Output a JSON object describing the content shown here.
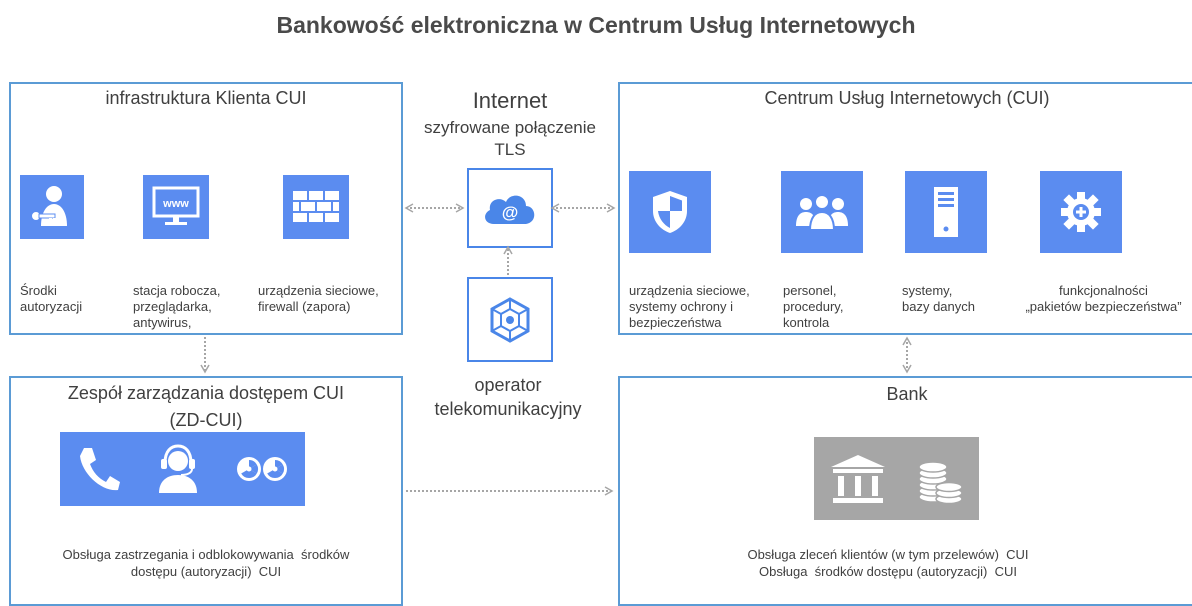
{
  "title": "Bankowość elektroniczna  w Centrum Usług Internetowych",
  "client_box": {
    "title": "infrastruktura Klienta CUI",
    "items": [
      {
        "icon": "user-key-icon",
        "label": "Środki\nautoryzacji"
      },
      {
        "icon": "monitor-www-icon",
        "label": "stacja robocza,\nprzeglądarka,\nantywirus,"
      },
      {
        "icon": "brick-wall-firewall-icon",
        "label": "urządzenia sieciowe,\nfirewall (zapora)"
      }
    ]
  },
  "internet": {
    "title": "Internet",
    "subtitle": "szyfrowane połączenie\nTLS",
    "cloud_icon": "cloud-at-icon",
    "operator_icon": "network-hexagon-icon",
    "operator_label": "operator\ntelekomunikacyjny"
  },
  "cui_box": {
    "title": "Centrum Usług Internetowych (CUI)",
    "items": [
      {
        "icon": "shield-icon",
        "label": "urządzenia sieciowe,\nsystemy ochrony i\nbezpieczeństwa"
      },
      {
        "icon": "people-icon",
        "label": "personel,\nprocedury,\nkontrola"
      },
      {
        "icon": "server-icon",
        "label": "systemy,\nbazy danych"
      },
      {
        "icon": "gear-plus-icon",
        "label": "funkcjonalności\n„pakietów bezpieczeństwa”"
      }
    ]
  },
  "zd_box": {
    "title": "Zespół zarządzania dostępem CUI\n(ZD-CUI)",
    "icons": [
      "phone-icon",
      "headset-operator-icon",
      "tape-reels-icon"
    ],
    "description": "Obsługa zastrzegania i odblokowywania  środków\ndostępu (autoryzacji)  CUI"
  },
  "bank_box": {
    "title": "Bank",
    "icons": [
      "bank-building-icon",
      "coins-stack-icon"
    ],
    "description": "Obsługa zleceń klientów (w tym przelewów)  CUI\nObsługa  środków dostępu (autoryzacji)  CUI"
  },
  "colors": {
    "border": "#5b9bd5",
    "tile": "#5b8cf0",
    "gray": "#a6a6a6",
    "arrow": "#a6a6a6"
  }
}
